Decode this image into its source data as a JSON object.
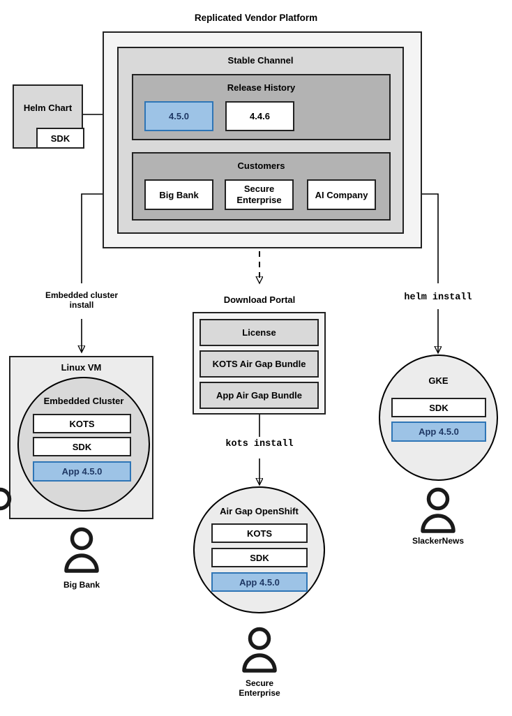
{
  "diagram": {
    "title": "Replicated Vendor Platform",
    "type": "architecture-flow"
  },
  "source": {
    "helm_chart": {
      "label": "Helm Chart",
      "nested_label": "SDK"
    }
  },
  "platform": {
    "title": "Replicated Vendor Platform",
    "channel": {
      "title": "Stable Channel",
      "release_history": {
        "title": "Release History",
        "releases": [
          {
            "version": "4.5.0",
            "highlighted": true
          },
          {
            "version": "4.4.6",
            "highlighted": false
          }
        ]
      },
      "customers": {
        "title": "Customers",
        "items": [
          {
            "name": "Big Bank"
          },
          {
            "name": "Secure\nEnterprise",
            "line1": "Secure",
            "line2": "Enterprise"
          },
          {
            "name": "AI Company"
          }
        ]
      }
    }
  },
  "edges": {
    "helm_chart_to_release": {
      "label": "",
      "style": "solid-arrow"
    },
    "big_bank_install": {
      "line1": "Embedded cluster",
      "line2": "install",
      "style": "solid-arrow"
    },
    "secure_enterprise_download": {
      "label": "Download Portal",
      "style": "dashed-arrow"
    },
    "download_portal_install": {
      "label": "kots install",
      "style": "solid-arrow",
      "mono": true
    },
    "ai_company_install": {
      "label": "helm install",
      "style": "solid-arrow",
      "mono": true
    }
  },
  "targets": {
    "linux_vm": {
      "title": "Linux VM",
      "cluster_title": "Embedded Cluster",
      "components": [
        {
          "label": "KOTS",
          "highlighted": false
        },
        {
          "label": "SDK",
          "highlighted": false
        },
        {
          "label": "App 4.5.0",
          "highlighted": true
        }
      ],
      "actor": "Big Bank"
    },
    "download_portal": {
      "title": "Download Portal",
      "artifacts": [
        {
          "label": "License"
        },
        {
          "label": "KOTS Air Gap Bundle"
        },
        {
          "label": "App Air Gap Bundle"
        }
      ]
    },
    "air_gap_openshift": {
      "title": "Air Gap OpenShift",
      "components": [
        {
          "label": "KOTS",
          "highlighted": false
        },
        {
          "label": "SDK",
          "highlighted": false
        },
        {
          "label": "App 4.5.0",
          "highlighted": true
        }
      ],
      "actor_line1": "Secure",
      "actor_line2": "Enterprise"
    },
    "gke": {
      "title": "GKE",
      "components": [
        {
          "label": "SDK",
          "highlighted": false
        },
        {
          "label": "App 4.5.0",
          "highlighted": true
        }
      ],
      "actor": "SlackerNews"
    }
  },
  "colors": {
    "highlight_fill": "#9DC3E6",
    "highlight_border": "#2E75B6",
    "highlight_text": "#1F3864",
    "shell_outer": "#F4F4F4",
    "shell_mid": "#D9D9D9",
    "shell_inner": "#B3B3B3",
    "stroke": "#222222"
  }
}
